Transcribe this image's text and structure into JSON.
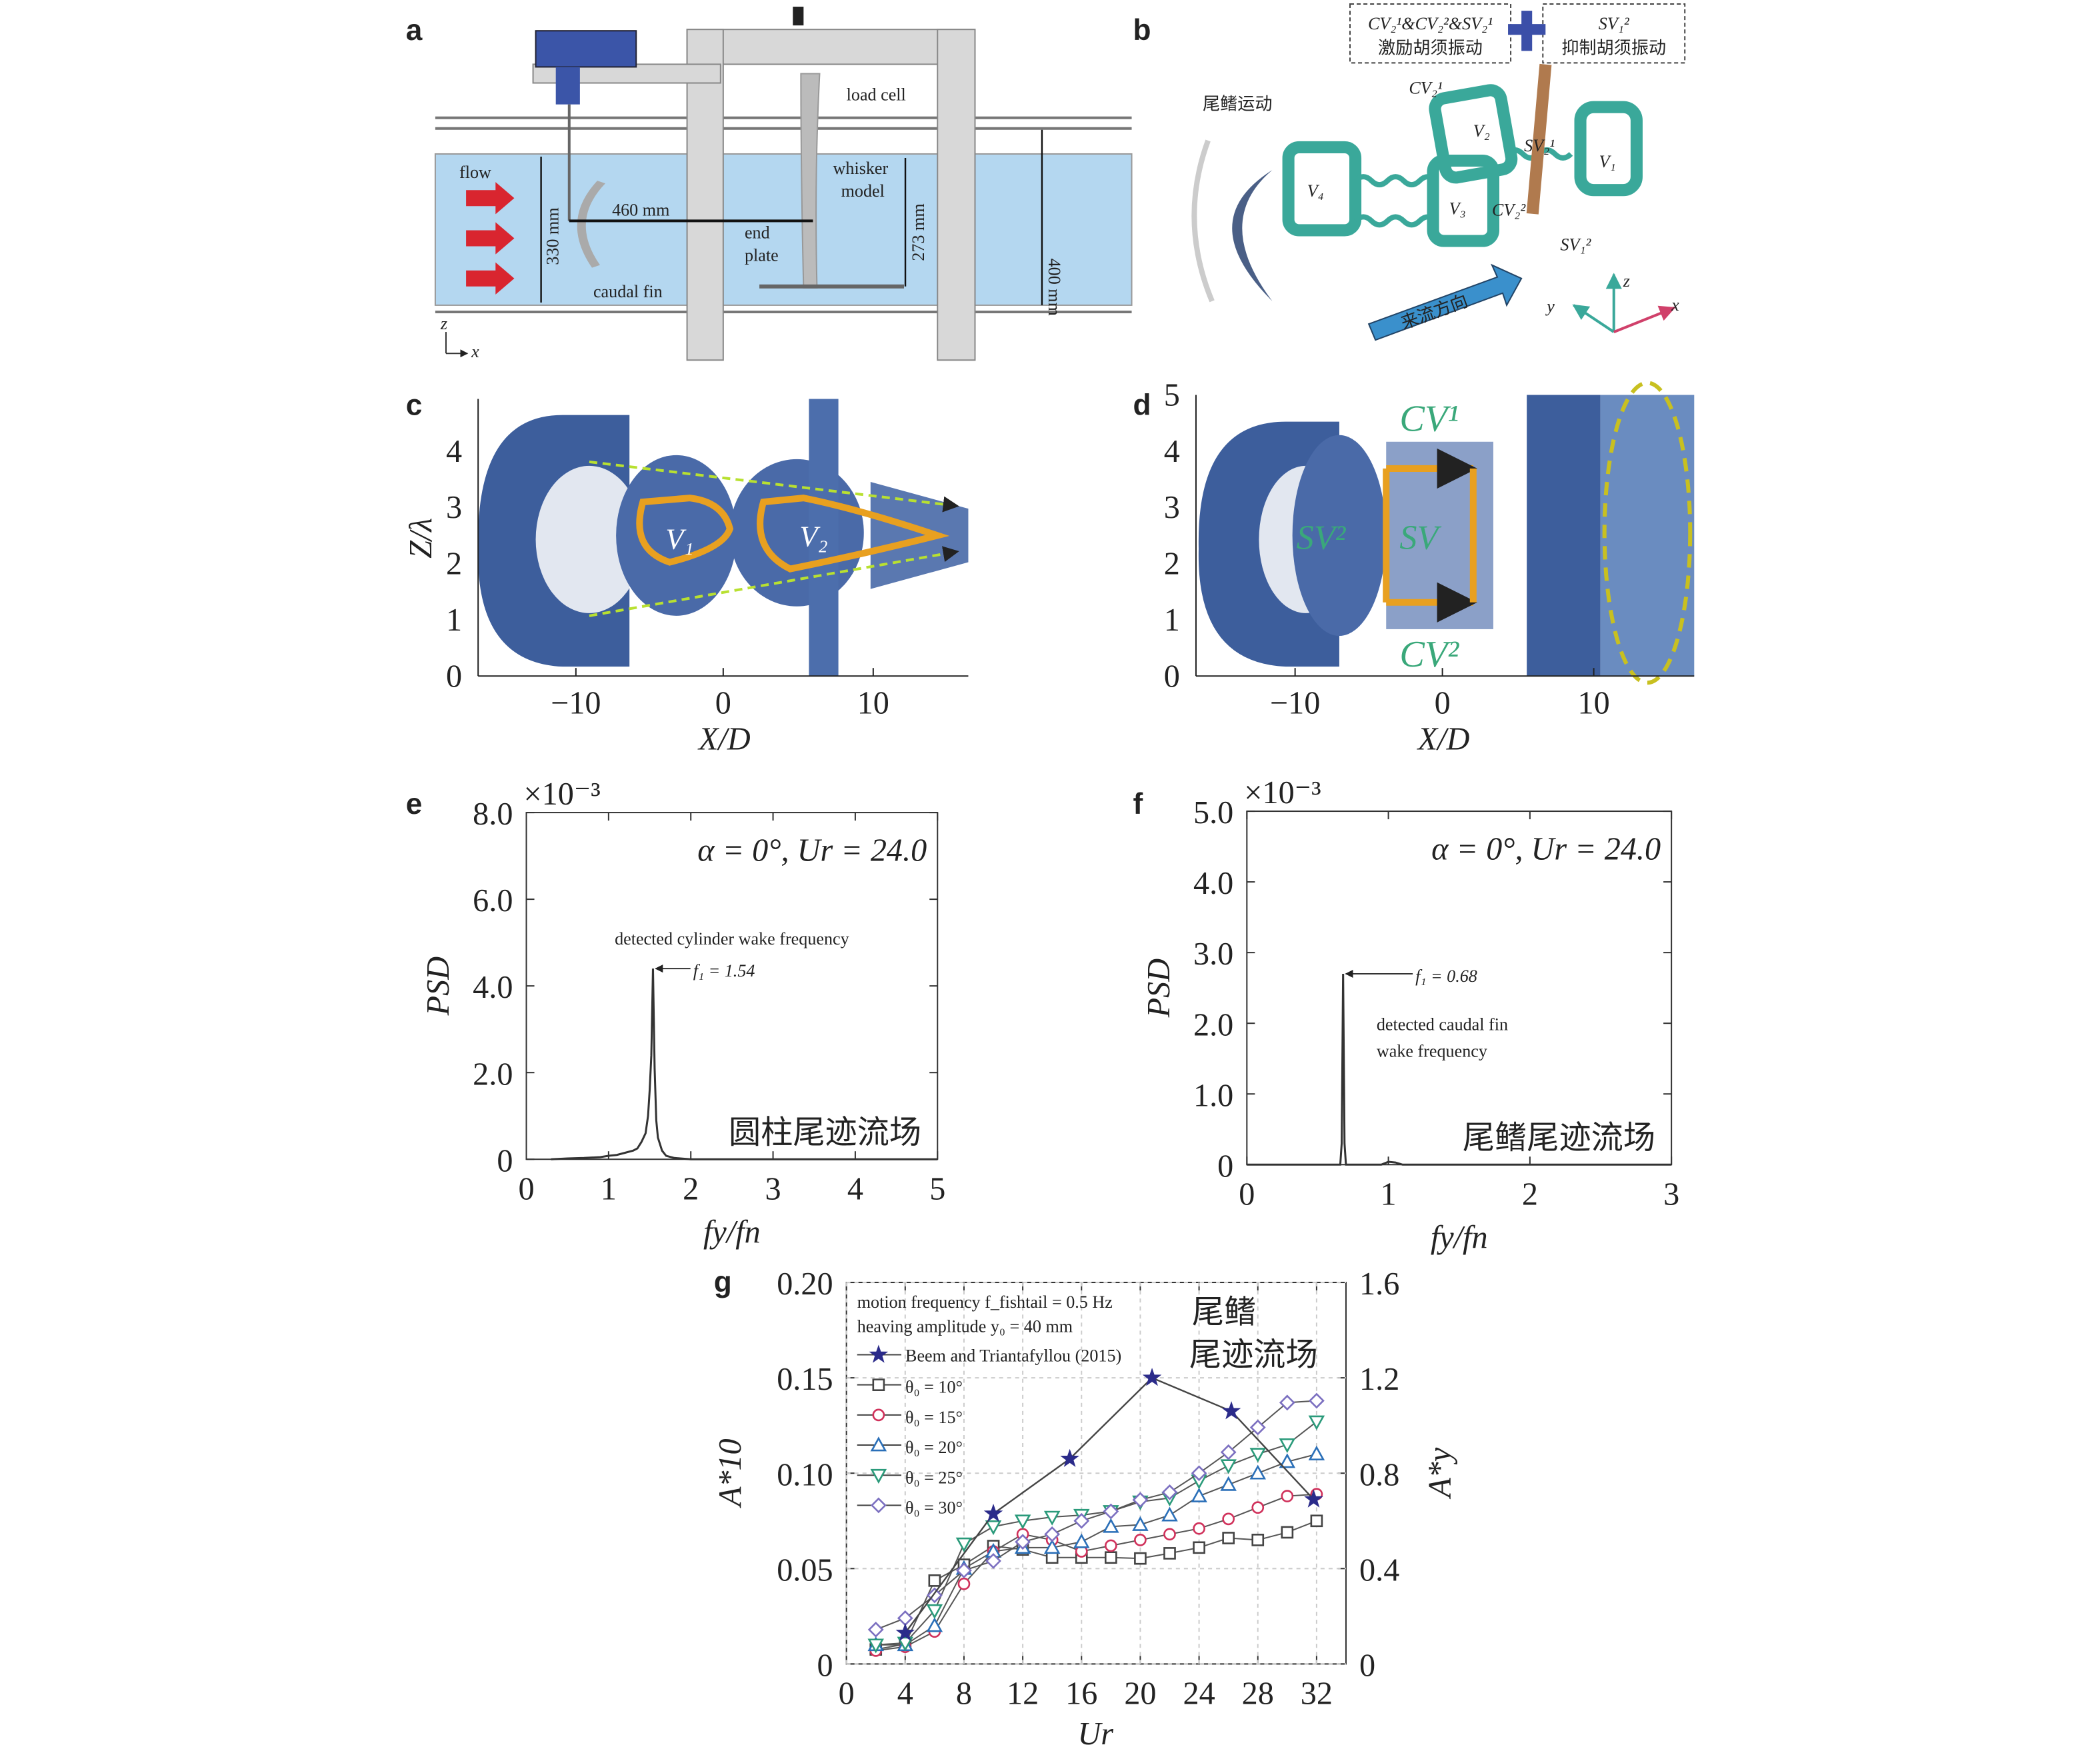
{
  "panel_labels": {
    "a": "a",
    "b": "b",
    "c": "c",
    "d": "d",
    "e": "e",
    "f": "f",
    "g": "g"
  },
  "panel_a": {
    "load_cell": "load cell",
    "whisker_model_1": "whisker",
    "whisker_model_2": "model",
    "distance": "460 mm",
    "end_plate_1": "end",
    "end_plate_2": "plate",
    "caudal_fin": "caudal fin",
    "flow": "flow",
    "depth_330": "330 mm",
    "depth_273": "273 mm",
    "depth_400": "400 mm",
    "axis_z": "z",
    "axis_x": "x"
  },
  "panel_b": {
    "box_left_top": "CV₂¹&CV₂²&SV₂¹",
    "box_left_bottom": "激励胡须振动",
    "box_right_top": "SV₁²",
    "box_right_bottom": "抑制胡须振动",
    "fin_motion": "尾鳍运动",
    "flow_direction": "来流方向",
    "labels": {
      "CV21": "CV₂¹",
      "V2": "V₂",
      "SV21": "SV₂¹",
      "V1": "V₁",
      "V4": "V₄",
      "V3": "V₃",
      "CV22": "CV₂²",
      "SV12": "SV₁²"
    },
    "axis_x": "x",
    "axis_y": "y",
    "axis_z": "z",
    "colors": {
      "vortex": "#3aa89a",
      "fin": "#4a5f86",
      "whisker": "#b07a4e",
      "plus": "#3b4fa8",
      "suppress": "#d0406a"
    }
  },
  "panel_c": {
    "ylabel": "Z/λ",
    "xlabel": "X/D",
    "yticks": [
      "0",
      "1",
      "2",
      "3",
      "4"
    ],
    "xticks": [
      "−10",
      "0",
      "10"
    ],
    "labels": {
      "V1": "V₁",
      "V2": "V₂"
    }
  },
  "panel_d": {
    "ylabel": "",
    "xlabel": "X/D",
    "yticks": [
      "0",
      "1",
      "2",
      "3",
      "4",
      "5"
    ],
    "xticks": [
      "−10",
      "0",
      "10"
    ],
    "labels": {
      "CV1": "CV¹",
      "CV2": "CV²",
      "SV2": "SV²",
      "SV": "SV"
    }
  },
  "chart_data": [
    {
      "id": "e",
      "type": "line",
      "title": "",
      "annotation": "α = 0°, Ur = 24.0",
      "exponent": "×10⁻³",
      "xlabel": "fy/fn",
      "ylabel": "PSD",
      "xlim": [
        0,
        5
      ],
      "ylim": [
        0,
        8.0
      ],
      "xticks": [
        "0",
        "1",
        "2",
        "3",
        "4",
        "5"
      ],
      "yticks": [
        "0",
        "2.0",
        "4.0",
        "6.0",
        "8.0"
      ],
      "peak_note": "detected cylinder wake frequency",
      "peak_label": "f₁ = 1.54",
      "peak": {
        "x": 1.54,
        "y": 4.4
      },
      "field_label": "圆柱尾迹流场",
      "series": [
        {
          "name": "PSD",
          "x": [
            0.3,
            0.5,
            0.7,
            0.9,
            1.0,
            1.1,
            1.2,
            1.3,
            1.35,
            1.4,
            1.45,
            1.48,
            1.5,
            1.52,
            1.54,
            1.56,
            1.58,
            1.6,
            1.65,
            1.7,
            1.8,
            2.0,
            5.0
          ],
          "y": [
            0,
            0.02,
            0.03,
            0.05,
            0.08,
            0.1,
            0.15,
            0.2,
            0.25,
            0.4,
            0.6,
            1.0,
            1.6,
            2.4,
            4.4,
            2.1,
            0.9,
            0.5,
            0.2,
            0.08,
            0.03,
            0,
            0
          ]
        }
      ]
    },
    {
      "id": "f",
      "type": "line",
      "annotation": "α = 0°, Ur = 24.0",
      "exponent": "×10⁻³",
      "xlabel": "fy/fn",
      "ylabel": "PSD",
      "xlim": [
        0,
        3
      ],
      "ylim": [
        0,
        5.0
      ],
      "xticks": [
        "0",
        "1",
        "2",
        "3"
      ],
      "yticks": [
        "0",
        "1.0",
        "2.0",
        "3.0",
        "4.0",
        "5.0"
      ],
      "peak_note_1": "detected caudal fin",
      "peak_note_2": "wake frequency",
      "peak_label": "f₁ = 0.68",
      "peak": {
        "x": 0.68,
        "y": 2.7
      },
      "field_label": "尾鳍尾迹流场",
      "series": [
        {
          "name": "PSD",
          "x": [
            0,
            0.66,
            0.67,
            0.68,
            0.69,
            0.7,
            0.95,
            1.0,
            1.05,
            1.1,
            3.0
          ],
          "y": [
            0,
            0,
            0.3,
            2.7,
            0.3,
            0,
            0,
            0.04,
            0.03,
            0,
            0
          ]
        }
      ]
    },
    {
      "id": "g",
      "type": "line",
      "xlabel": "Ur",
      "ylabel": "A*10",
      "ylabel_right": "A*y",
      "xlim": [
        0,
        34
      ],
      "ylim": [
        0,
        0.2
      ],
      "ylim_right": [
        0,
        1.6
      ],
      "xticks": [
        "0",
        "4",
        "8",
        "12",
        "16",
        "20",
        "24",
        "28",
        "32"
      ],
      "yticks": [
        "0",
        "0.05",
        "0.10",
        "0.15",
        "0.20"
      ],
      "yticks_right": [
        "0",
        "0.4",
        "0.8",
        "1.2",
        "1.6"
      ],
      "note_1": "motion frequency f_fishtail = 0.5 Hz",
      "note_2": "heaving amplitude y₀ = 40 mm",
      "field_label_1": "尾鳍",
      "field_label_2": "尾迹流场",
      "right_axis_color": "#3b3b8f",
      "x": [
        2,
        4,
        6,
        8,
        10,
        12,
        14,
        16,
        18,
        20,
        22,
        24,
        26,
        28,
        30,
        32
      ],
      "series": [
        {
          "name": "θ₀ = 10°",
          "marker": "square",
          "color": "#444444",
          "y": [
            0.0076,
            0.0104,
            0.0437,
            0.052,
            0.0618,
            0.06,
            0.0558,
            0.0558,
            0.0558,
            0.0553,
            0.058,
            0.061,
            0.066,
            0.065,
            0.069,
            0.075
          ]
        },
        {
          "name": "θ₀ = 15°",
          "marker": "circle",
          "color": "#d0305a",
          "y": [
            0.007,
            0.009,
            0.017,
            0.042,
            0.059,
            0.068,
            0.065,
            0.059,
            0.062,
            0.065,
            0.068,
            0.071,
            0.076,
            0.082,
            0.088,
            0.089
          ]
        },
        {
          "name": "θ₀ = 20°",
          "marker": "triangle-up",
          "color": "#2a6fb8",
          "y": [
            0.01,
            0.01,
            0.02,
            0.05,
            0.059,
            0.061,
            0.061,
            0.064,
            0.072,
            0.073,
            0.078,
            0.088,
            0.094,
            0.1,
            0.106,
            0.11
          ]
        },
        {
          "name": "θ₀ = 25°",
          "marker": "triangle-down",
          "color": "#2a9a7a",
          "y": [
            0.01,
            0.011,
            0.028,
            0.063,
            0.072,
            0.075,
            0.077,
            0.078,
            0.08,
            0.085,
            0.087,
            0.096,
            0.104,
            0.11,
            0.115,
            0.127
          ]
        },
        {
          "name": "θ₀ = 30°",
          "marker": "diamond",
          "color": "#7b6fc0",
          "y": [
            0.018,
            0.024,
            0.036,
            0.049,
            0.054,
            0.064,
            0.068,
            0.075,
            0.08,
            0.086,
            0.09,
            0.1,
            0.111,
            0.124,
            0.137,
            0.138
          ]
        }
      ],
      "reference": {
        "name": "Beem and Triantafyllou (2015)",
        "marker": "star",
        "color": "#2b2b8a",
        "axis": "right",
        "x": [
          4,
          10,
          15.2,
          20.8,
          26.2,
          31.8
        ],
        "y": [
          0.13,
          0.63,
          0.86,
          1.2,
          1.06,
          0.69
        ]
      }
    }
  ]
}
